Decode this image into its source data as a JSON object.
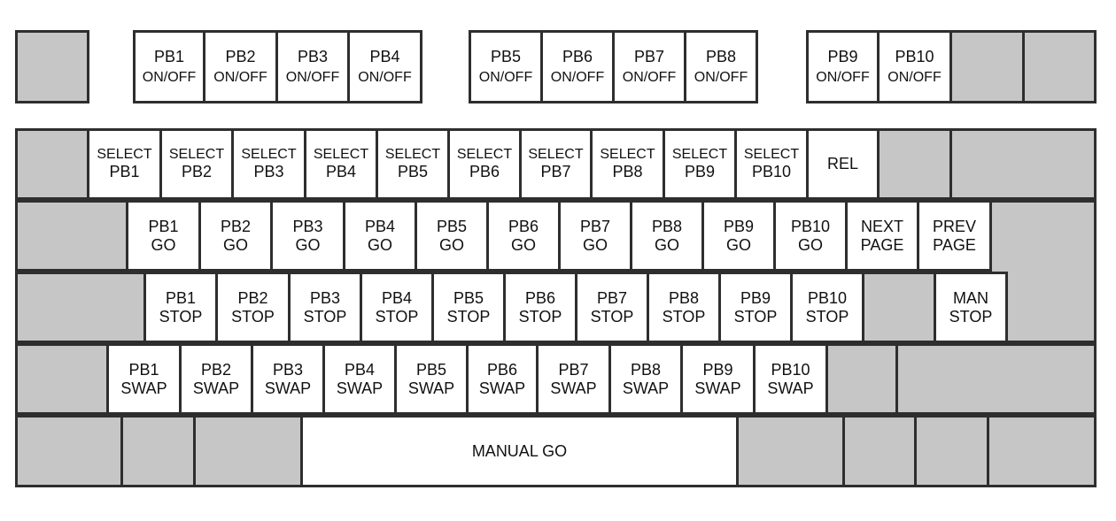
{
  "onoff": [
    {
      "l1": "PB1",
      "l2": "ON/OFF"
    },
    {
      "l1": "PB2",
      "l2": "ON/OFF"
    },
    {
      "l1": "PB3",
      "l2": "ON/OFF"
    },
    {
      "l1": "PB4",
      "l2": "ON/OFF"
    },
    {
      "l1": "PB5",
      "l2": "ON/OFF"
    },
    {
      "l1": "PB6",
      "l2": "ON/OFF"
    },
    {
      "l1": "PB7",
      "l2": "ON/OFF"
    },
    {
      "l1": "PB8",
      "l2": "ON/OFF"
    },
    {
      "l1": "PB9",
      "l2": "ON/OFF"
    },
    {
      "l1": "PB10",
      "l2": "ON/OFF"
    }
  ],
  "select": [
    {
      "l1": "SELECT",
      "l2": "PB1"
    },
    {
      "l1": "SELECT",
      "l2": "PB2"
    },
    {
      "l1": "SELECT",
      "l2": "PB3"
    },
    {
      "l1": "SELECT",
      "l2": "PB4"
    },
    {
      "l1": "SELECT",
      "l2": "PB5"
    },
    {
      "l1": "SELECT",
      "l2": "PB6"
    },
    {
      "l1": "SELECT",
      "l2": "PB7"
    },
    {
      "l1": "SELECT",
      "l2": "PB8"
    },
    {
      "l1": "SELECT",
      "l2": "PB9"
    },
    {
      "l1": "SELECT",
      "l2": "PB10"
    }
  ],
  "rel": "REL",
  "go": [
    {
      "l1": "PB1",
      "l2": "GO"
    },
    {
      "l1": "PB2",
      "l2": "GO"
    },
    {
      "l1": "PB3",
      "l2": "GO"
    },
    {
      "l1": "PB4",
      "l2": "GO"
    },
    {
      "l1": "PB5",
      "l2": "GO"
    },
    {
      "l1": "PB6",
      "l2": "GO"
    },
    {
      "l1": "PB7",
      "l2": "GO"
    },
    {
      "l1": "PB8",
      "l2": "GO"
    },
    {
      "l1": "PB9",
      "l2": "GO"
    },
    {
      "l1": "PB10",
      "l2": "GO"
    }
  ],
  "next_page": {
    "l1": "NEXT",
    "l2": "PAGE"
  },
  "prev_page": {
    "l1": "PREV",
    "l2": "PAGE"
  },
  "stop": [
    {
      "l1": "PB1",
      "l2": "STOP"
    },
    {
      "l1": "PB2",
      "l2": "STOP"
    },
    {
      "l1": "PB3",
      "l2": "STOP"
    },
    {
      "l1": "PB4",
      "l2": "STOP"
    },
    {
      "l1": "PB5",
      "l2": "STOP"
    },
    {
      "l1": "PB6",
      "l2": "STOP"
    },
    {
      "l1": "PB7",
      "l2": "STOP"
    },
    {
      "l1": "PB8",
      "l2": "STOP"
    },
    {
      "l1": "PB9",
      "l2": "STOP"
    },
    {
      "l1": "PB10",
      "l2": "STOP"
    }
  ],
  "man_stop": {
    "l1": "MAN",
    "l2": "STOP"
  },
  "swap": [
    {
      "l1": "PB1",
      "l2": "SWAP"
    },
    {
      "l1": "PB2",
      "l2": "SWAP"
    },
    {
      "l1": "PB3",
      "l2": "SWAP"
    },
    {
      "l1": "PB4",
      "l2": "SWAP"
    },
    {
      "l1": "PB5",
      "l2": "SWAP"
    },
    {
      "l1": "PB6",
      "l2": "SWAP"
    },
    {
      "l1": "PB7",
      "l2": "SWAP"
    },
    {
      "l1": "PB8",
      "l2": "SWAP"
    },
    {
      "l1": "PB9",
      "l2": "SWAP"
    },
    {
      "l1": "PB10",
      "l2": "SWAP"
    }
  ],
  "manual_go": "MANUAL GO",
  "colors": {
    "blank": "#c6c6c6",
    "key": "#ffffff",
    "border": "#2e2e2e"
  }
}
